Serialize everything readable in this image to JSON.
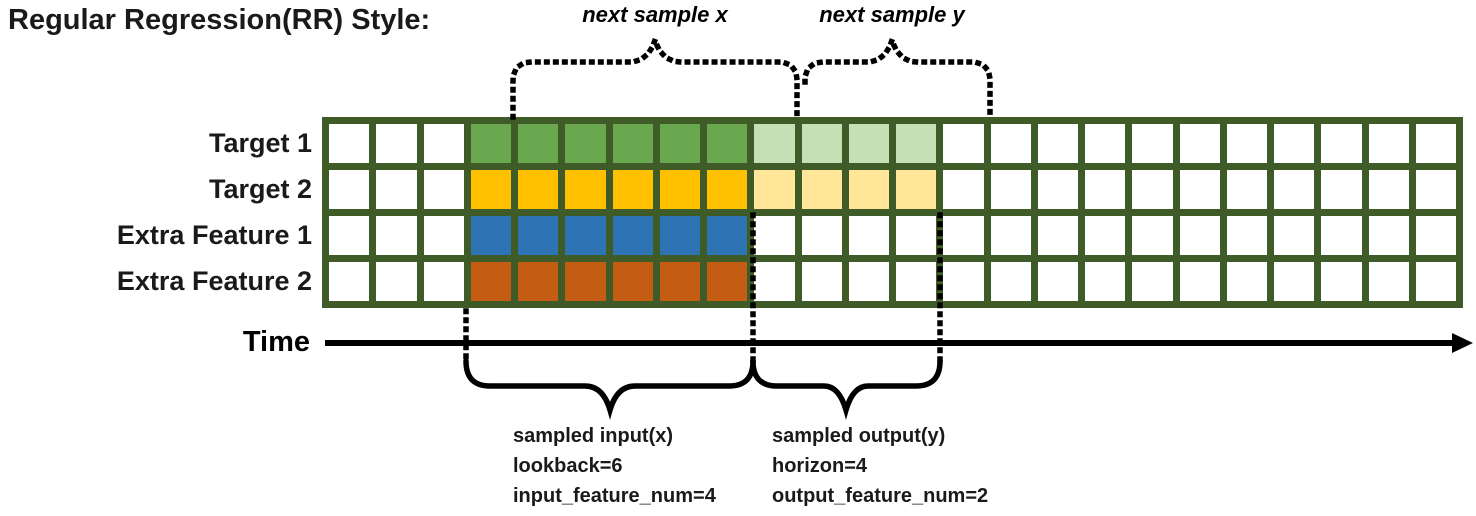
{
  "title": "Regular Regression(RR) Style:",
  "colors": {
    "grid_line": "#3f5c28",
    "empty_cell": "#ffffff",
    "target1_lookback": "#6aa84f",
    "target1_horizon": "#c5e0b4",
    "target2_lookback": "#ffc000",
    "target2_horizon": "#ffe699",
    "extra_feature1_lookback": "#2e74b5",
    "extra_feature2_lookback": "#c45c13",
    "annotation_line": "#000000"
  },
  "grid": {
    "num_columns": 24,
    "lookback_start_col": 3,
    "lookback": 6,
    "horizon": 4,
    "rows": [
      {
        "label": "Target 1",
        "lookback_color": "#6aa84f",
        "horizon_color": "#c5e0b4"
      },
      {
        "label": "Target 2",
        "lookback_color": "#ffc000",
        "horizon_color": "#ffe699"
      },
      {
        "label": "Extra Feature 1",
        "lookback_color": "#2e74b5",
        "horizon_color": "#ffffff"
      },
      {
        "label": "Extra Feature 2",
        "lookback_color": "#c45c13",
        "horizon_color": "#ffffff"
      }
    ]
  },
  "annotations": {
    "next_sample_x": "next sample x",
    "next_sample_y": "next sample y",
    "time_label": "Time",
    "input_block": [
      "sampled input(x)",
      "lookback=6",
      "input_feature_num=4"
    ],
    "output_block": [
      "sampled output(y)",
      "horizon=4",
      "output_feature_num=2"
    ]
  }
}
